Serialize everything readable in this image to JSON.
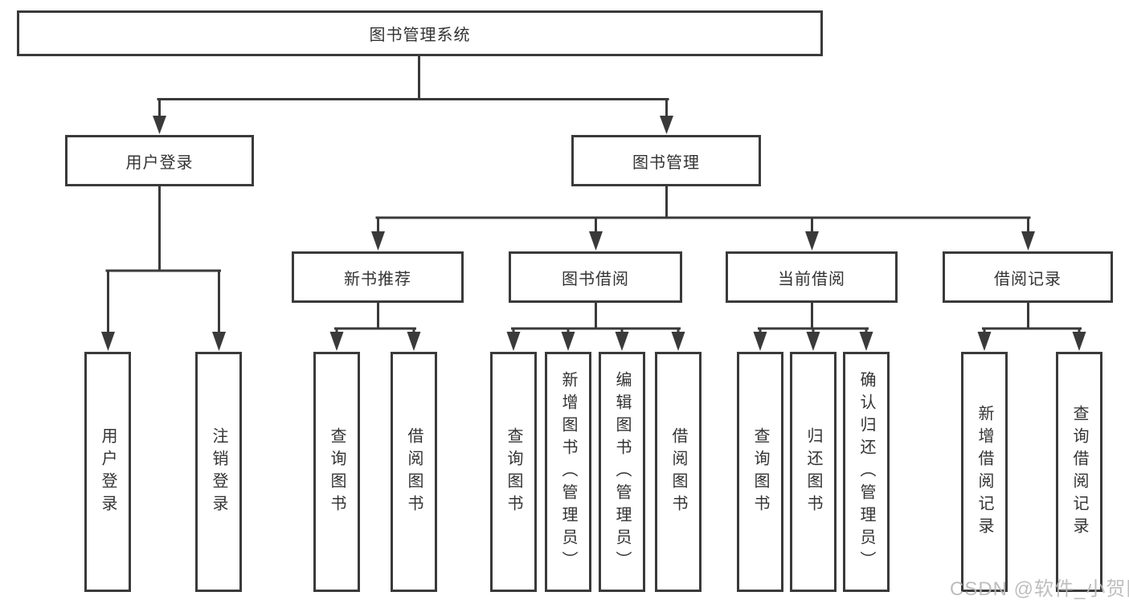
{
  "tree": {
    "root": "图书管理系统",
    "user_login": {
      "label": "用户登录",
      "children": [
        "用户登录",
        "注销登录"
      ]
    },
    "book_mgmt": {
      "label": "图书管理",
      "sections": [
        {
          "label": "新书推荐",
          "children": [
            "查询图书",
            "借阅图书"
          ]
        },
        {
          "label": "图书借阅",
          "children": [
            "查询图书",
            "新增图书（管理员）",
            "编辑图书（管理员）",
            "借阅图书"
          ]
        },
        {
          "label": "当前借阅",
          "children": [
            "查询图书",
            "归还图书",
            "确认归还（管理员）"
          ]
        },
        {
          "label": "借阅记录",
          "children": [
            "新增借阅记录",
            "查询借阅记录"
          ]
        }
      ]
    }
  },
  "watermark": "CSDN @软件_小贺同学",
  "colors": {
    "line": "#3a3a3a",
    "text": "#333333",
    "watermark": "#b8b8b8",
    "background": "#ffffff"
  }
}
